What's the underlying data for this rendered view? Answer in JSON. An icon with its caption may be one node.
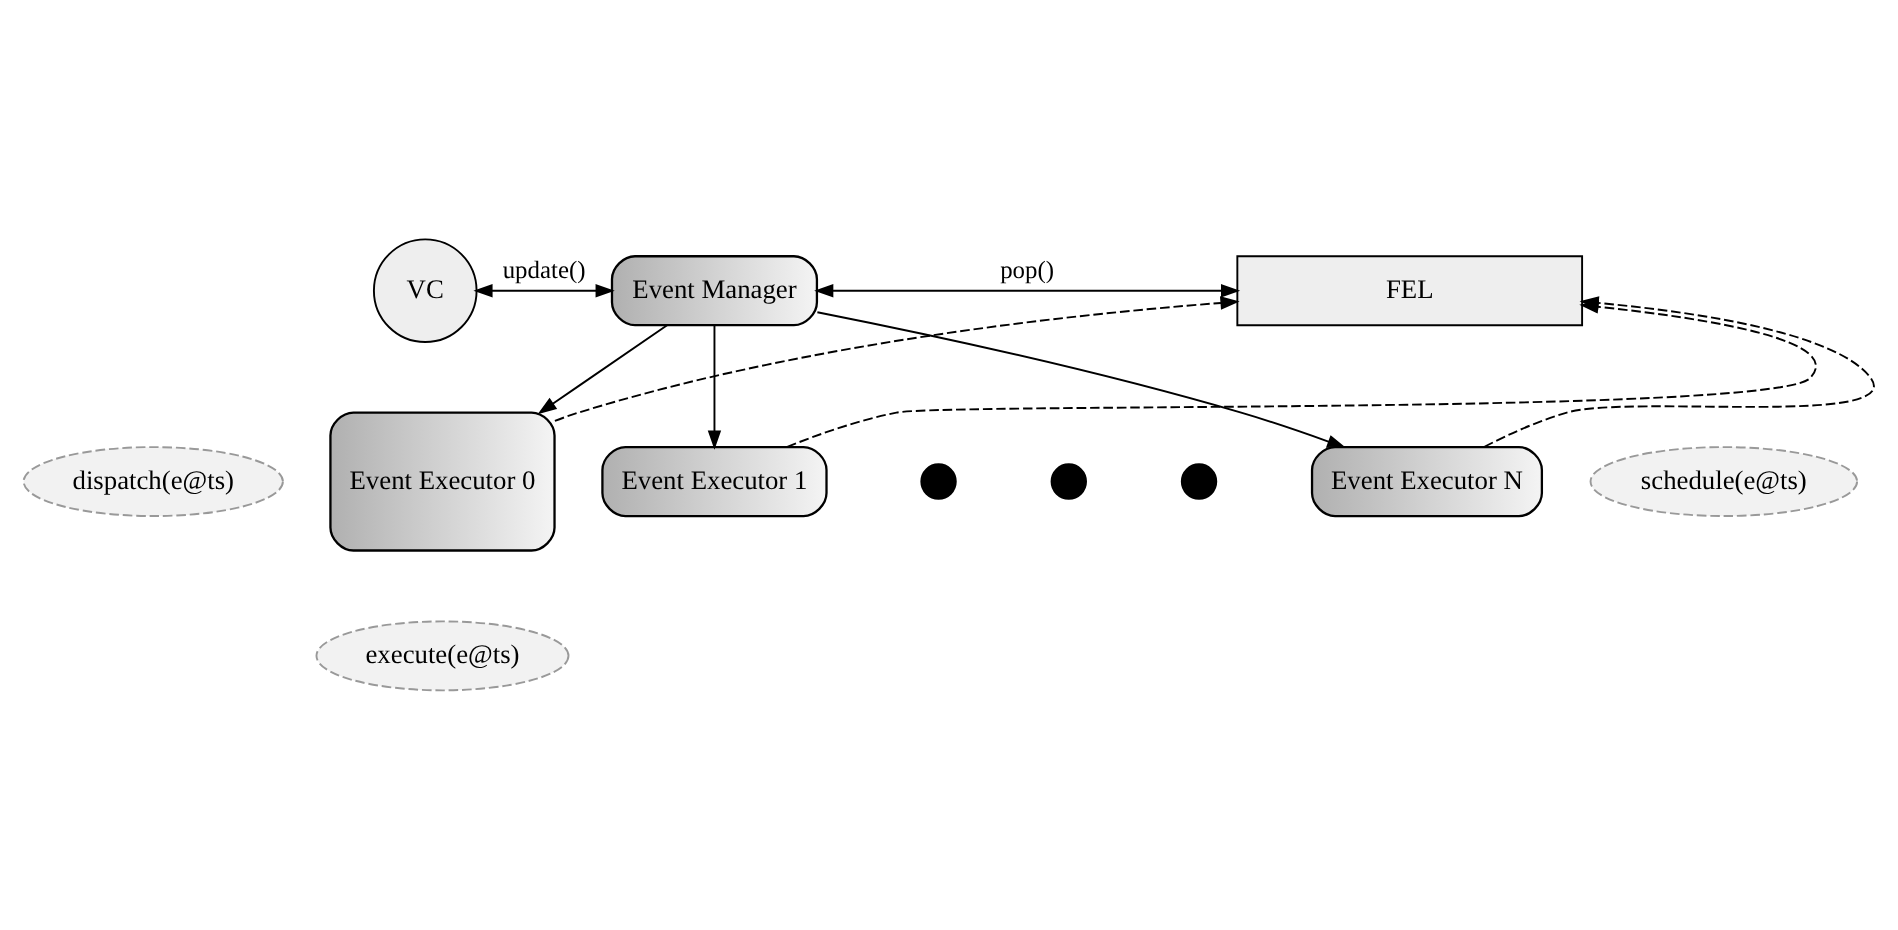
{
  "diagram": {
    "nodes": [
      {
        "text": [
          "VC"
        ]
      },
      {
        "text": [
          "Event Manager"
        ]
      },
      {
        "text": [
          "FEL"
        ]
      },
      {
        "text": [
          "dispatch(e@ts)"
        ]
      },
      {
        "text": [
          "schedule(e@ts)"
        ]
      },
      {
        "text": [
          "Event Executor 0"
        ]
      },
      {
        "text": [
          "execute(e@ts)"
        ]
      },
      {
        "text": [
          "Event Executor 1"
        ]
      },
      {
        "text": [],
        "shape": "circle"
      },
      {
        "text": [],
        "shape": "circle"
      },
      {
        "text": [],
        "shape": "circle"
      },
      {
        "text": [
          "Event Executor N"
        ]
      }
    ],
    "edges": [
      {
        "from": 0,
        "to": 1,
        "arrow": "both",
        "label": "update()"
      },
      {
        "from": 1,
        "to": 2,
        "arrow": "both",
        "label": "pop()"
      },
      {
        "from": 1,
        "to": 5,
        "arrow": "to"
      },
      {
        "from": 1,
        "to": 7,
        "arrow": "to"
      },
      {
        "from": 1,
        "to": 11,
        "arrow": "to"
      },
      {
        "from": 11,
        "to": 2,
        "arrow": "to",
        "style": "dashed"
      },
      {
        "from": 7,
        "to": 2,
        "arrow": "to",
        "style": "dashed"
      },
      {
        "from": 5,
        "to": 2,
        "arrow": "to",
        "style": "dashed"
      }
    ]
  }
}
